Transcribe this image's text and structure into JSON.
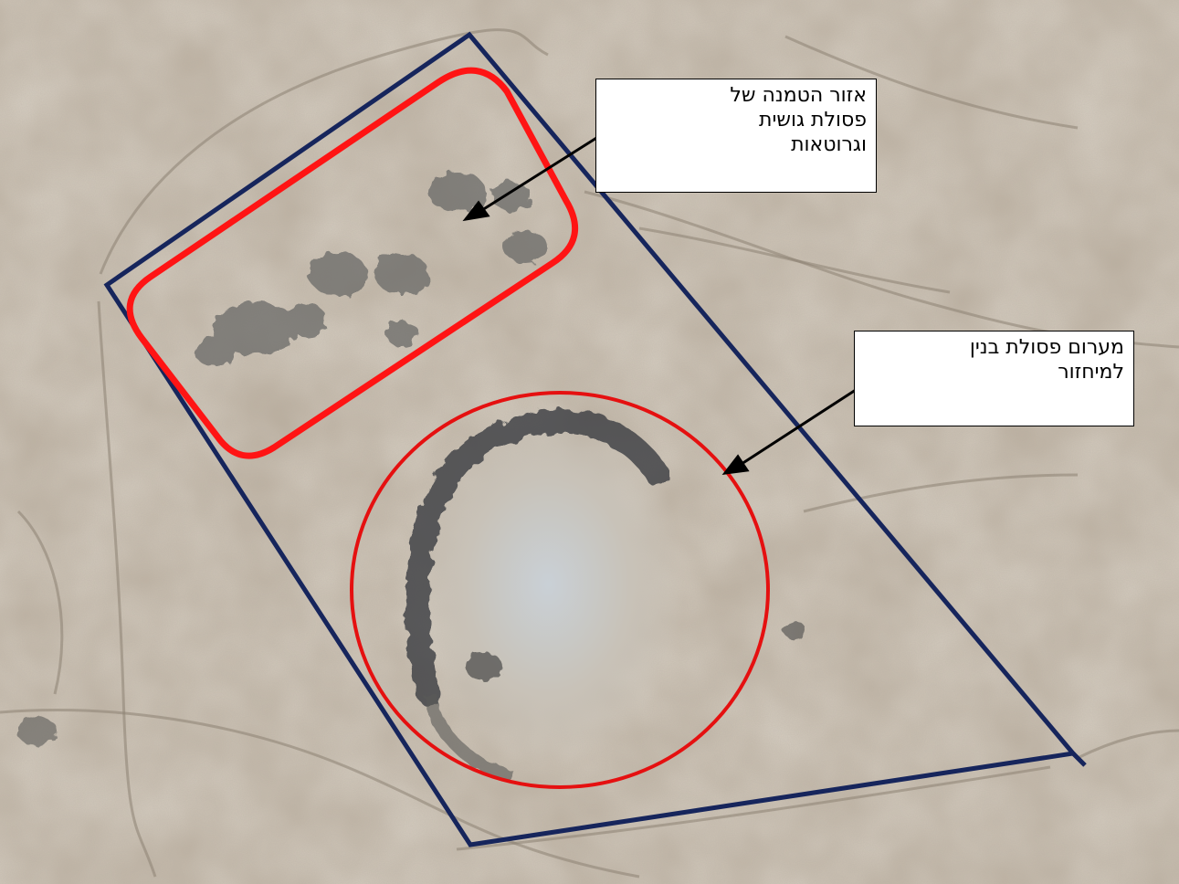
{
  "callouts": {
    "landfill": {
      "lines": [
        "אזור הטמנה של",
        "פסולת גושית",
        "וגרוטאות"
      ]
    },
    "construction": {
      "lines": [
        "מערום פסולת בנין",
        "למיחזור"
      ]
    }
  },
  "colors": {
    "terrain": "#b9ad9d",
    "site_boundary": "#16255c",
    "landfill_zone": "#ff1414",
    "construction_zone": "#e51010",
    "arrow": "#000000"
  }
}
